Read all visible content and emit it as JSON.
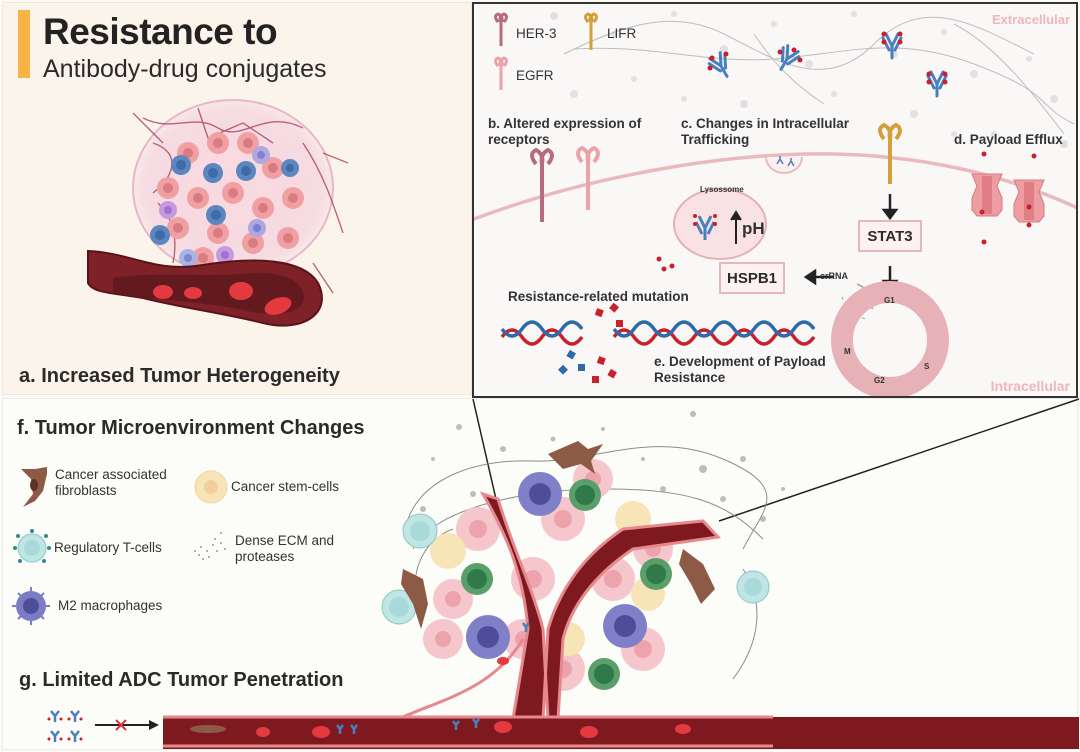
{
  "title": {
    "main": "Resistance to",
    "sub": "Antibody-drug conjugates"
  },
  "panels": {
    "a": {
      "label": "a. Increased Tumor Heterogeneity"
    },
    "b": {
      "label_line1": "b. Altered expression of",
      "label_line2": "receptors"
    },
    "c": {
      "label_line1": "c. Changes in Intracellular",
      "label_line2": "Trafficking"
    },
    "d": {
      "label": "d. Payload Efflux"
    },
    "e": {
      "label_line1": "e. Development of Payload",
      "label_line2": "Resistance",
      "mutation_label": "Resistance-related mutation"
    },
    "f": {
      "label": "f. Tumor Microenvironment Changes"
    },
    "g": {
      "label": "g. Limited ADC Tumor Penetration"
    }
  },
  "receptor_legend": [
    {
      "name": "HER-3",
      "color": "#b86a7e"
    },
    {
      "name": "LIFR",
      "color": "#d4a03c"
    },
    {
      "name": "EGFR",
      "color": "#eba3a8"
    }
  ],
  "compartments": {
    "extracellular": "Extracellular",
    "intracellular": "Intracellular"
  },
  "lysosome": {
    "label": "Lysossome",
    "ph_label": "pH"
  },
  "pathway": {
    "stat3": "STAT3",
    "hspb1": "HSPB1",
    "crrna": "crRNA"
  },
  "cell_cycle": {
    "phases": [
      "G1",
      "S",
      "G2",
      "M"
    ]
  },
  "tme_legend": [
    {
      "name": "Cancer associated fibroblasts",
      "line1": "Cancer associated",
      "line2": "fibroblasts",
      "color": "#8c5a45"
    },
    {
      "name": "Cancer stem-cells",
      "line1": "Cancer stem-cells",
      "line2": "",
      "color": "#f7e5b8"
    },
    {
      "name": "Regulatory T-cells",
      "line1": "Regulatory T-cells",
      "line2": "",
      "color": "#bfe5e4"
    },
    {
      "name": "Dense ECM and proteases",
      "line1": "Dense ECM and",
      "line2": "proteases",
      "color": "#999999"
    },
    {
      "name": "M2 macrophages",
      "line1": "M2 macrophages",
      "line2": "",
      "color": "#6f6fb0"
    }
  ],
  "colors": {
    "accent": "#f6b347",
    "vessel": "#7e1a1f",
    "vessel_edge": "#e6898f",
    "antibody": "#4a7fbf",
    "payload": "#c8202c",
    "membrane": "#e9b9bd",
    "compartment_label": "#e8a3a8"
  }
}
